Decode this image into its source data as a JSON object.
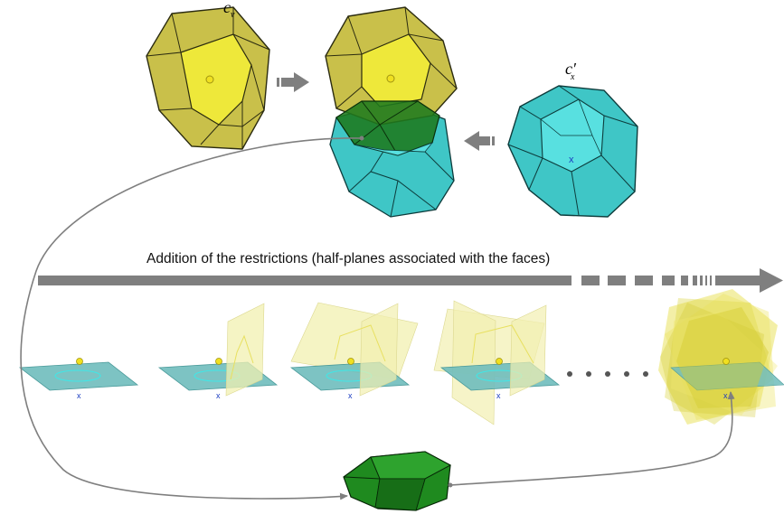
{
  "labels": {
    "cell_v_base": "c",
    "cell_v_sub": "v",
    "cell_x_base": "c",
    "cell_x_prime": "′",
    "cell_x_sub": "x",
    "restrictions_caption": "Addition of the restrictions (half-planes associated with the faces)",
    "point_x_marker": "x",
    "ellipsis": "• • • • •"
  },
  "colors": {
    "yellow_cell": "#c9c04a",
    "yellow_face": "#eee83a",
    "cyan_cell": "#3fc6c6",
    "cyan_face": "#58e0e0",
    "green_intersection": "#1e7a1e",
    "plane_teal": "#6fbcbc",
    "half_plane_yellow": "#f2f0b0",
    "arrow_gray": "#7f7f7f",
    "marker_blue": "#1a3cc0",
    "point_yellow": "#f0e020"
  },
  "steps": [
    {
      "half_planes": 0
    },
    {
      "half_planes": 1
    },
    {
      "half_planes": 2
    },
    {
      "half_planes": 3
    },
    {
      "half_planes": "many"
    }
  ]
}
